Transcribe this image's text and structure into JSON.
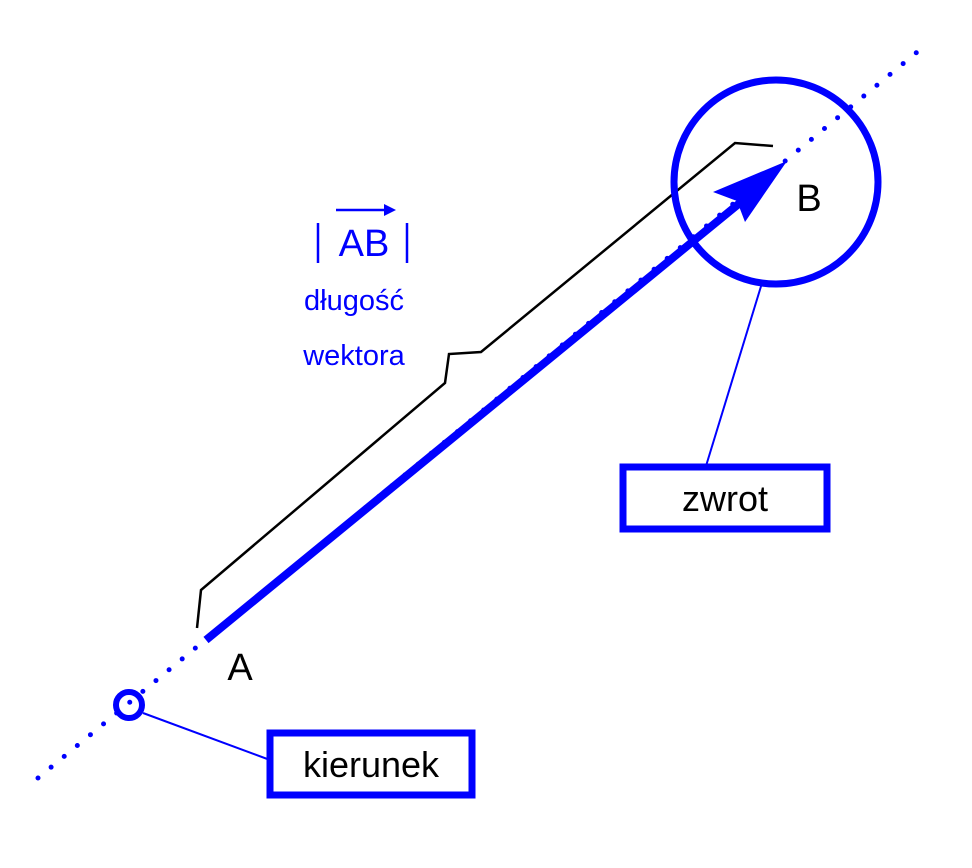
{
  "colors": {
    "accent": "#0000ff",
    "ink": "#000000",
    "background": "#ffffff"
  },
  "labels": {
    "point_a": "A",
    "point_b": "B",
    "magnitude_symbol": "AB",
    "magnitude_caption_line1": "długość",
    "magnitude_caption_line2": "wektora",
    "sense_box": "zwrot",
    "direction_box": "kierunek"
  }
}
